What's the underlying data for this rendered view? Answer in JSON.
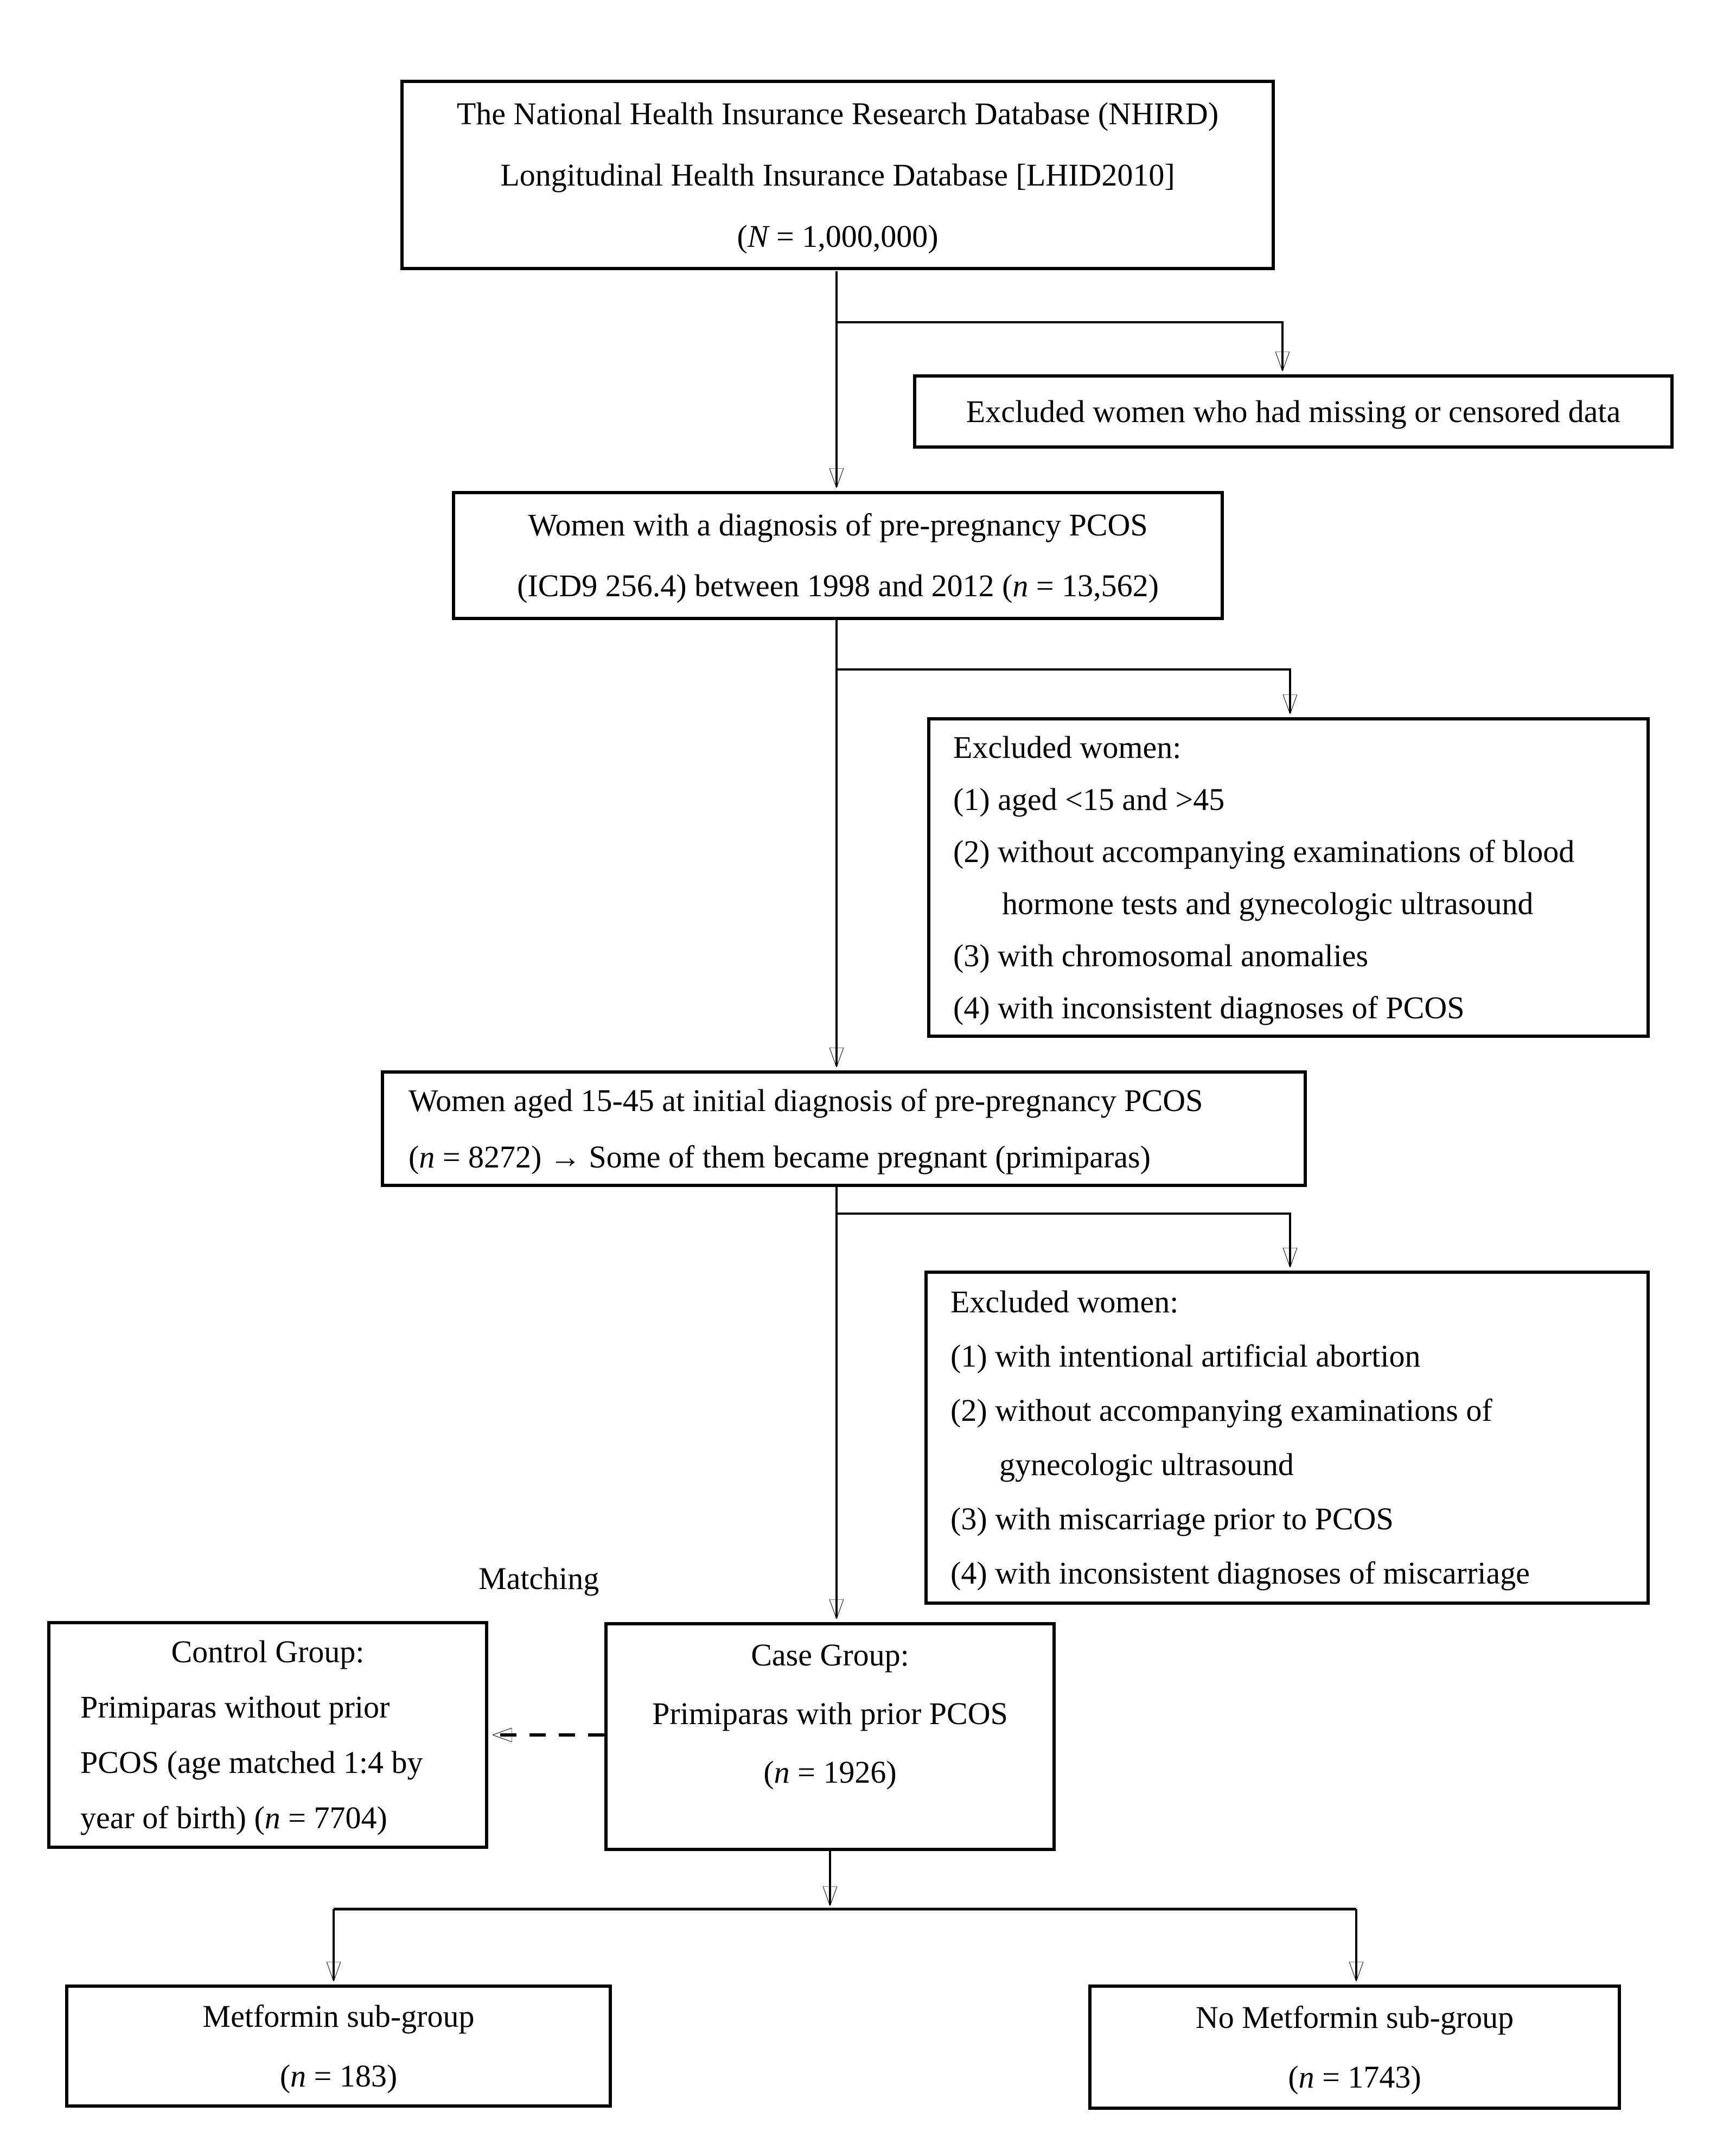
{
  "colors": {
    "ink": "#000000",
    "background": "#ffffff"
  },
  "labels": {
    "matching": "Matching"
  },
  "nodes": {
    "database": {
      "line1": "The National Health Insurance Research Database (NHIRD)",
      "line2": "Longitudinal Health Insurance Database [LHID2010]",
      "count": {
        "pre": "(",
        "var": "N",
        "post": " = 1,000,000)"
      }
    },
    "excluded_missing": {
      "text": "Excluded women who had missing or censored data"
    },
    "pcos_diagnosis": {
      "line1": "Women with a diagnosis of pre-pregnancy PCOS",
      "count": {
        "pre": "(ICD9 256.4) between 1998 and 2012 (",
        "var": "n",
        "post": " = 13,562)"
      }
    },
    "excluded_criteria_pcos": {
      "title": "Excluded women:",
      "item1": "(1) aged <15 and >45",
      "item2a": "(2) without accompanying examinations of blood",
      "item2b": "hormone tests and gynecologic ultrasound",
      "item3": "(3) with chromosomal anomalies",
      "item4": "(4) with inconsistent diagnoses of PCOS"
    },
    "aged_15_45": {
      "line1": "Women aged 15-45 at initial diagnosis of pre-pregnancy PCOS",
      "count": {
        "pre": "(",
        "var": "n",
        "post": " = 8272) → Some of them became pregnant (primiparas)"
      }
    },
    "excluded_criteria_miscarriage": {
      "title": "Excluded women:",
      "item1": "(1) with intentional artificial abortion",
      "item2a": "(2) without accompanying examinations of",
      "item2b": "gynecologic ultrasound",
      "item3": "(3) with miscarriage prior to PCOS",
      "item4": "(4) with inconsistent diagnoses of miscarriage"
    },
    "control_group": {
      "line1": "Control Group:",
      "line2": "Primiparas without prior",
      "line3": "PCOS (age matched 1:4 by",
      "count": {
        "pre": "year of birth) (",
        "var": "n",
        "post": " = 7704)"
      }
    },
    "case_group": {
      "line1": "Case Group:",
      "line2": "Primiparas with prior PCOS",
      "count": {
        "pre": "(",
        "var": "n",
        "post": " = 1926)"
      }
    },
    "metformin": {
      "line1": "Metformin sub-group",
      "count": {
        "pre": "(",
        "var": "n",
        "post": " = 183)"
      }
    },
    "no_metformin": {
      "line1": "No Metformin sub-group",
      "count": {
        "pre": "(",
        "var": "n",
        "post": " = 1743)"
      }
    }
  }
}
